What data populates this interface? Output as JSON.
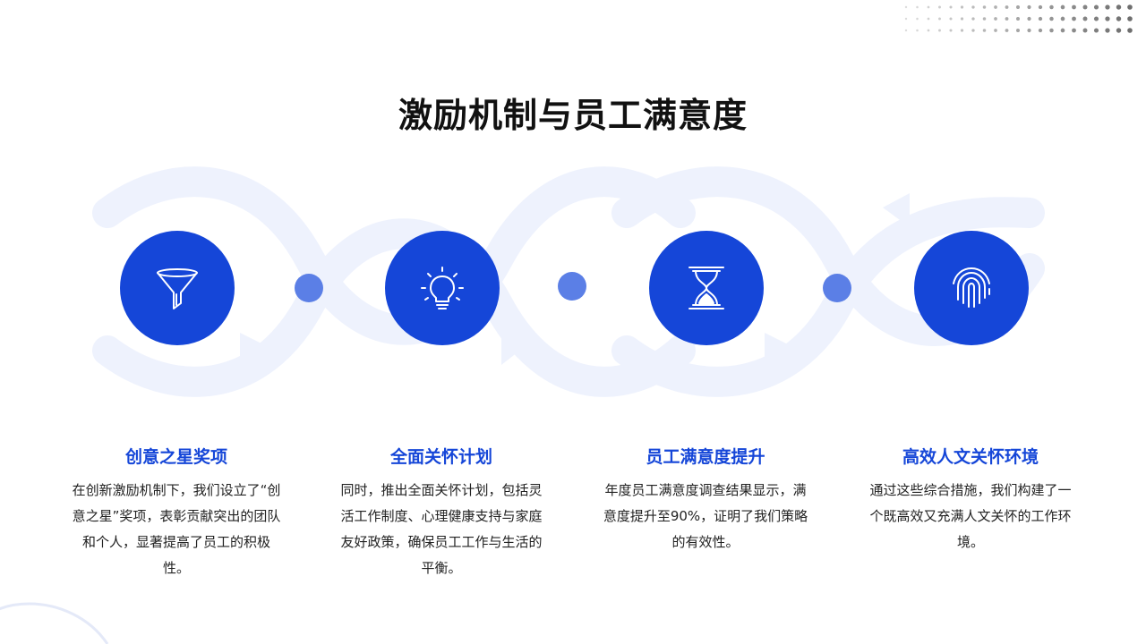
{
  "title": "激励机制与员工满意度",
  "colors": {
    "accent": "#1546d8",
    "dot": "#5b7fe6",
    "wave": "#eef2fd",
    "title": "#111111",
    "text": "#222222"
  },
  "steps": [
    {
      "icon": "funnel-icon",
      "title": "创意之星奖项",
      "desc": "在创新激励机制下，我们设立了“创意之星”奖项，表彰贡献突出的团队和个人，显著提高了员工的积极性。"
    },
    {
      "icon": "lightbulb-icon",
      "title": "全面关怀计划",
      "desc": "同时，推出全面关怀计划，包括灵活工作制度、心理健康支持与家庭友好政策，确保员工工作与生活的平衡。"
    },
    {
      "icon": "hourglass-icon",
      "title": "员工满意度提升",
      "desc": "年度员工满意度调查结果显示，满意度提升至90%，证明了我们策略的有效性。"
    },
    {
      "icon": "fingerprint-icon",
      "title": "高效人文关怀环境",
      "desc": "通过这些综合措施，我们构建了一个既高效又充满人文关怀的工作环境。"
    }
  ]
}
